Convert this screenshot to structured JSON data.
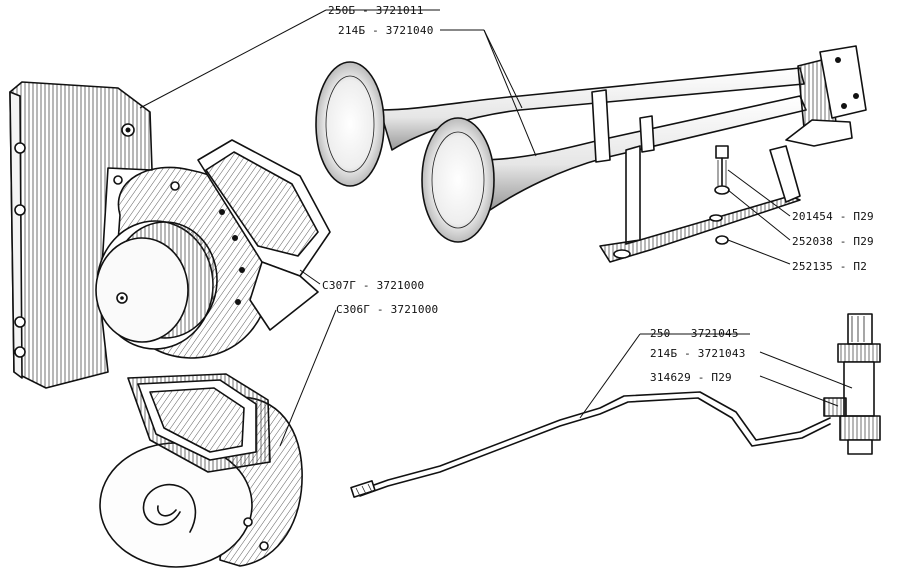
{
  "labels": {
    "bracket": "250Б - 3721011",
    "air_horn": "214Б - 3721040",
    "bolt": "201454 - П29",
    "washer": "252038 - П29",
    "spring_washer": "252135 - П2",
    "horn_high": "С307Г - 3721000",
    "horn_low": "С306Г - 3721000",
    "air_tube": "250 - 3721045",
    "valve": "214Б - 3721043",
    "nut": "314629 - П29"
  }
}
